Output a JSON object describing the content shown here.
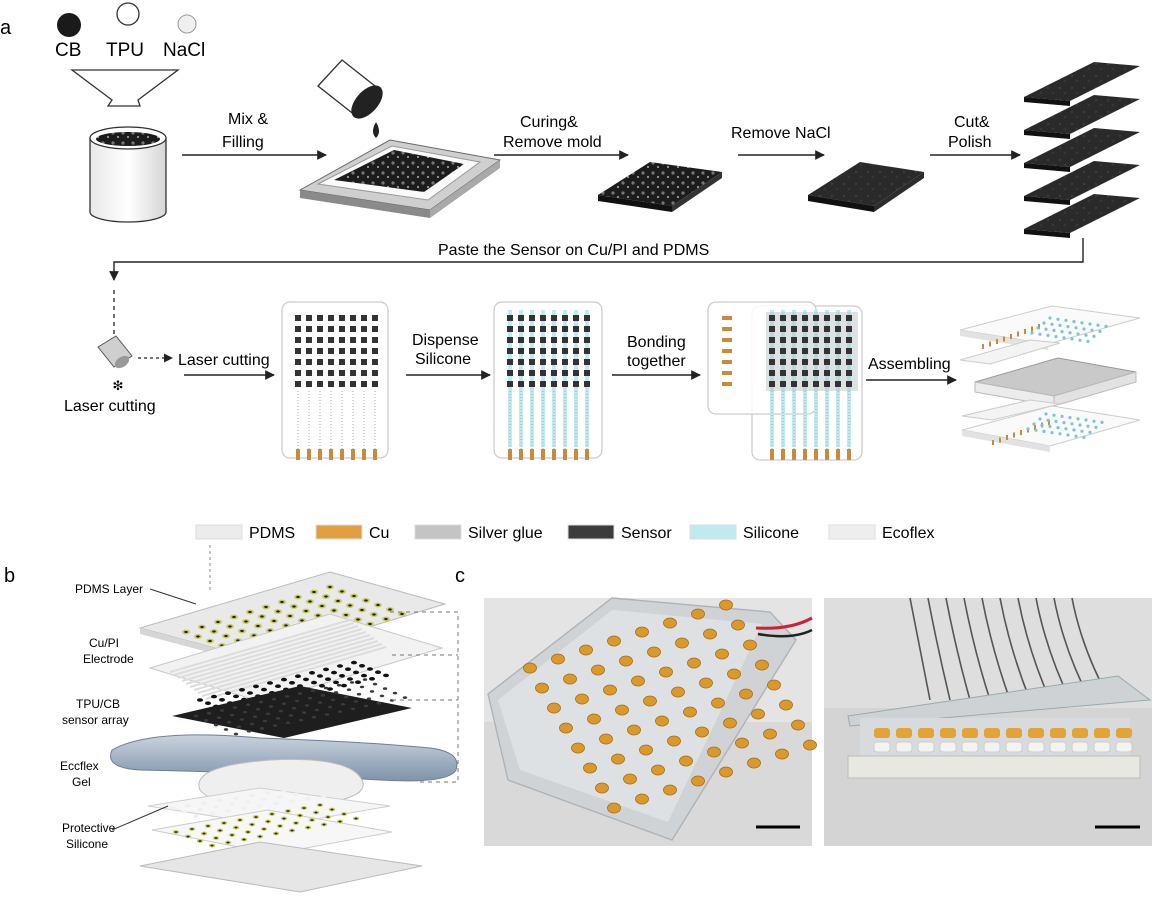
{
  "panels": {
    "a": "a",
    "b": "b",
    "c": "c"
  },
  "materials": {
    "cb": "CB",
    "tpu": "TPU",
    "nacl": "NaCl"
  },
  "steps": {
    "mix_line1": "Mix &",
    "mix_line2": "Filling",
    "curing_line1": "Curing&",
    "curing_line2": "Remove mold",
    "remove_nacl": "Remove NaCl",
    "cut_line1": "Cut&",
    "cut_line2": "Polish",
    "paste": "Paste the Sensor on Cu/PI and PDMS",
    "laser_tool": "Laser cutting",
    "laser_arrow": "Laser cutting",
    "dispense_line1": "Dispense",
    "dispense_line2": "Silicone",
    "bonding_line1": "Bonding",
    "bonding_line2": "together",
    "assembling": "Assembling"
  },
  "legend": [
    {
      "label": "PDMS",
      "color": "#ececec"
    },
    {
      "label": "Cu",
      "color": "#e0a040"
    },
    {
      "label": "Silver glue",
      "color": "#c4c4c4"
    },
    {
      "label": "Sensor",
      "color": "#3c3c3c"
    },
    {
      "label": "Silicone",
      "color": "#bfeaf0"
    },
    {
      "label": "Ecoflex",
      "color": "#eeeeee"
    }
  ],
  "layers": {
    "pdms": "PDMS Layer",
    "cupi_1": "Cu/PI",
    "cupi_2": "Electrode",
    "tpucb_1": "TPU/CB",
    "tpucb_2": "sensor array",
    "ecoflex_1": "Eccflex",
    "ecoflex_2": "Gel",
    "protective_1": "Protective",
    "protective_2": "Silicone"
  },
  "colors": {
    "cu": "#c98a3a",
    "sensor": "#333333",
    "silicone": "#bfeaf0",
    "ecoflex_gel": "#8fa2b8"
  }
}
